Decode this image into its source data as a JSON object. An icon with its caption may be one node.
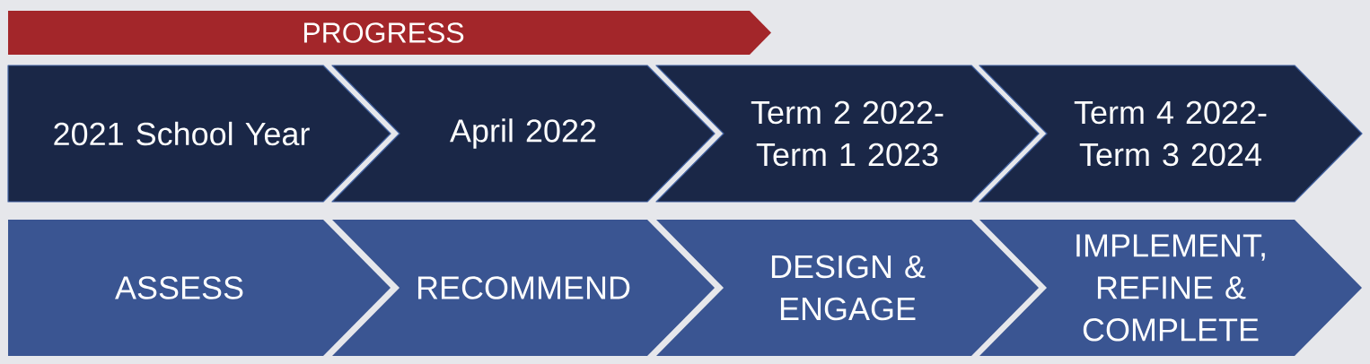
{
  "diagram": {
    "nodes": [
      {
        "text": [
          "PROGRESS"
        ]
      },
      {
        "text": [
          "2021 School Year"
        ]
      },
      {
        "text": [
          "April 2022"
        ]
      },
      {
        "text": [
          "Term 2 2022- Term 1 2023"
        ]
      },
      {
        "text": [
          "Term 4 2022- Term 3 2024"
        ]
      },
      {
        "text": [
          "ASSESS"
        ]
      },
      {
        "text": [
          "RECOMMEND"
        ]
      },
      {
        "text": [
          "DESIGN & ENGAGE"
        ]
      },
      {
        "text": [
          "IMPLEMENT, REFINE & COMPLETE"
        ]
      }
    ]
  }
}
